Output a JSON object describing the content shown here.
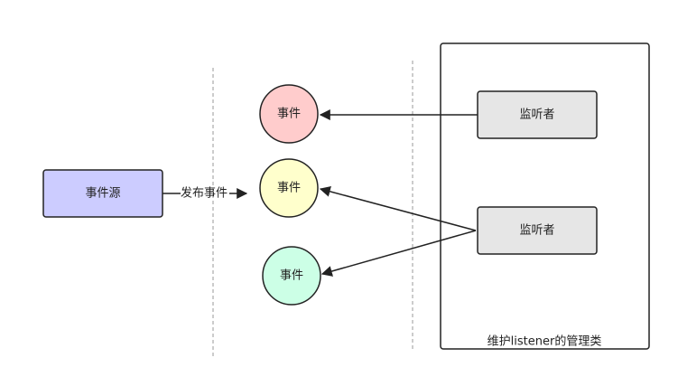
{
  "source": {
    "label": "事件源",
    "fill": "#ccccff"
  },
  "publish": {
    "label": "发布事件"
  },
  "events": [
    {
      "label": "事件",
      "fill": "#ffcccc"
    },
    {
      "label": "事件",
      "fill": "#ffffcc"
    },
    {
      "label": "事件",
      "fill": "#ccffe6"
    }
  ],
  "listeners": [
    {
      "label": "监听者",
      "fill": "#e6e6e6"
    },
    {
      "label": "监听者",
      "fill": "#e6e6e6"
    }
  ],
  "manager": {
    "label": "维护listener的管理类"
  }
}
